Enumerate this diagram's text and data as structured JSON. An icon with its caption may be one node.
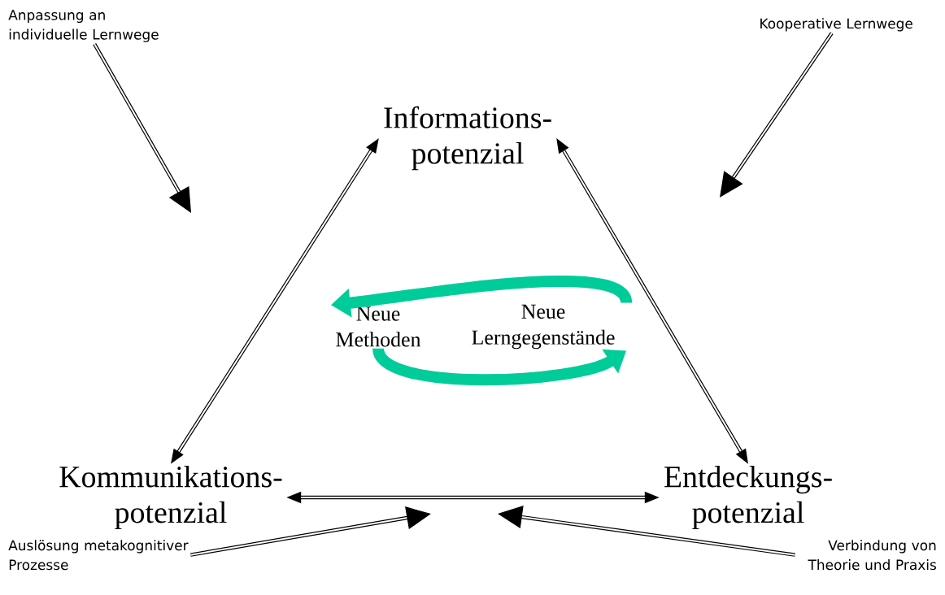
{
  "diagram": {
    "nodes": [
      {
        "text": [
          "Informations- potenzial"
        ]
      },
      {
        "text": [
          "Kommunikations- potenzial"
        ]
      },
      {
        "text": [
          "Entdeckungs- potenzial"
        ]
      },
      {
        "text": [
          "Neue Methoden"
        ]
      },
      {
        "text": [
          "Neue Lerngegenstände"
        ]
      },
      {
        "text": [
          "Anpassung an individuelle Lernwege"
        ]
      },
      {
        "text": [
          "Kooperative Lernwege"
        ]
      },
      {
        "text": [
          "Auslösung metakognitiver Prozesse"
        ]
      },
      {
        "text": [
          "Verbindung von Theorie und Praxis"
        ]
      }
    ],
    "edges": [
      {
        "from": 0,
        "to": 1,
        "arrow": "both"
      },
      {
        "from": 0,
        "to": 2,
        "arrow": "both"
      },
      {
        "from": 1,
        "to": 2,
        "arrow": "both"
      },
      {
        "from": 5,
        "to": null,
        "arrow": "to"
      },
      {
        "from": 6,
        "to": null,
        "arrow": "to"
      },
      {
        "from": 7,
        "to": null,
        "arrow": "to"
      },
      {
        "from": 8,
        "to": null,
        "arrow": "to"
      },
      {
        "from": 4,
        "to": 3,
        "arrow": "to",
        "style": "thick",
        "color": "#00cc99"
      },
      {
        "from": 3,
        "to": 4,
        "arrow": "to",
        "style": "thick",
        "color": "#00cc99"
      }
    ]
  }
}
